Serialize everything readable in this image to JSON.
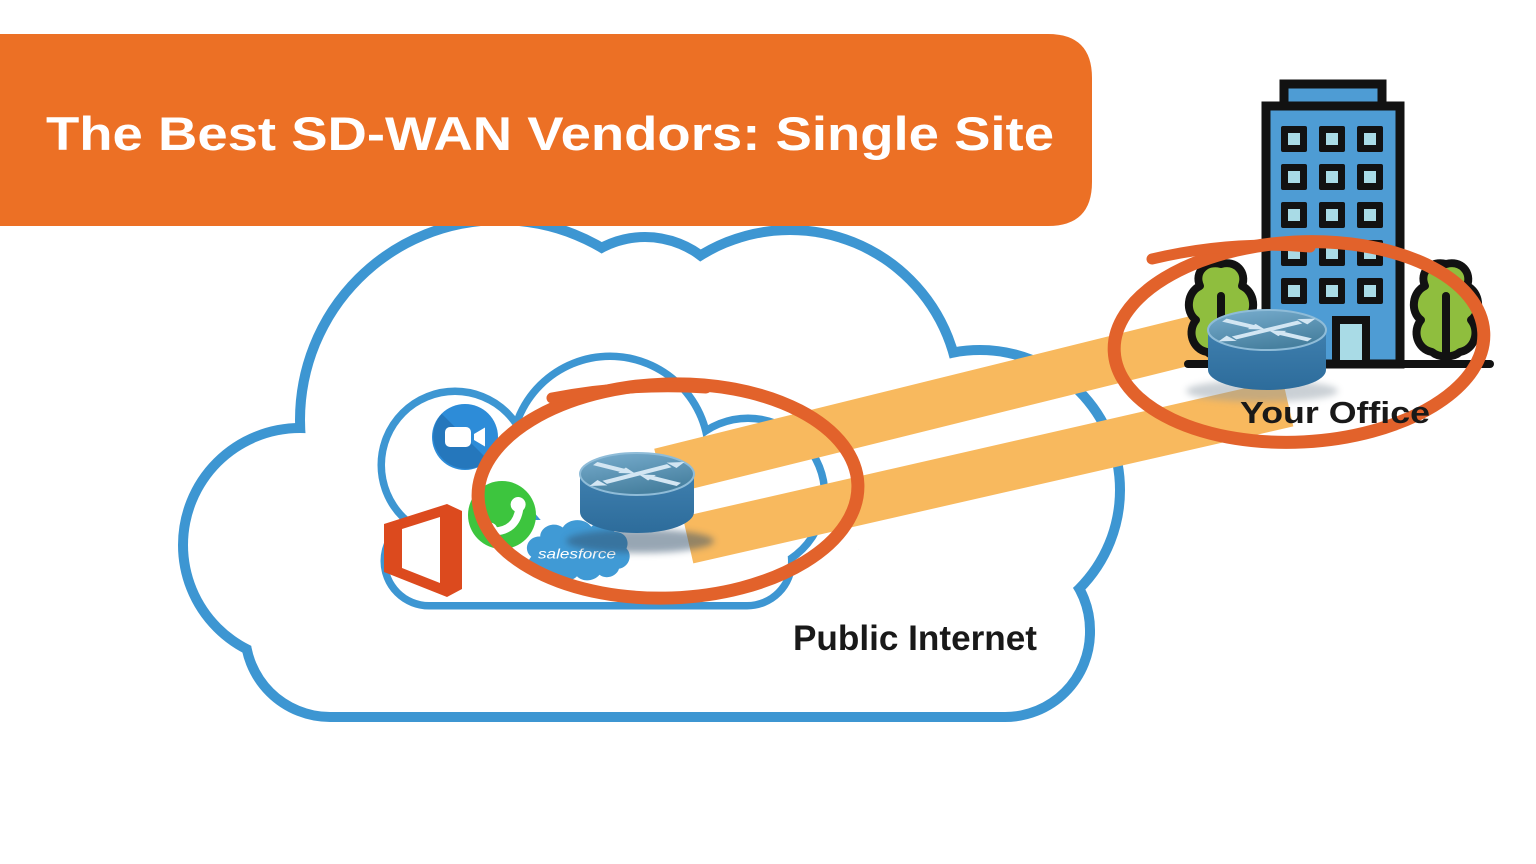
{
  "title": "The Best SD-WAN Vendors: Single Site",
  "cloud": {
    "label": "Public Internet",
    "salesforce_label": "salesforce",
    "apps": [
      "video-call",
      "phone",
      "microsoft-office",
      "salesforce"
    ]
  },
  "site": {
    "label": "Your Office"
  },
  "links": {
    "count": 2
  },
  "colors": {
    "banner": "#EC7025",
    "banner_text": "#FFFFFF",
    "cloud_outline": "#3D96D2",
    "highlight": "#E2622B",
    "band": "#F8B95E",
    "building_fill": "#4E9CD4",
    "window_pane": "#A9DBE6",
    "tree_green": "#8FBE3E",
    "office_orange": "#DC4A1E",
    "phone_green": "#3DC53E",
    "zoom_blue": "#2D8CD8",
    "salesforce_blue": "#409AD5",
    "router_arrow": "#D3E6F3",
    "label_text": "#191919"
  }
}
